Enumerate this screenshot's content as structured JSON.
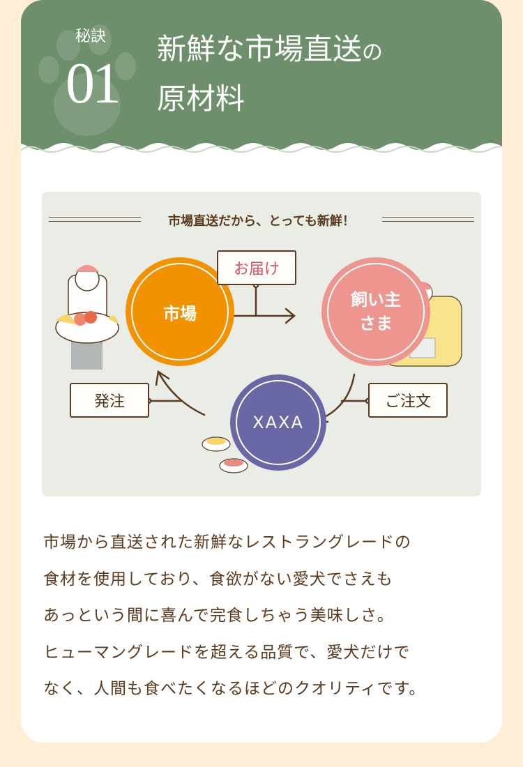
{
  "header": {
    "secret_label": "秘訣",
    "number": "01",
    "title_line1": "新鮮な市場直送",
    "title_particle": "の",
    "title_line2": "原材料"
  },
  "diagram": {
    "tagline": "市場直送だから、とっても新鮮！",
    "nodes": {
      "market": "市場",
      "owner_line1": "飼い主",
      "owner_line2": "さま",
      "brand": "XAXA"
    },
    "labels": {
      "delivery": "お届け",
      "order": "ご注文",
      "purchase": "発注"
    },
    "colors": {
      "market": "#f39200",
      "owner": "#ef958f",
      "brand": "#6a67a6",
      "delivery_text": "#d9536a"
    }
  },
  "body": {
    "lines": [
      "市場から直送された新鮮なレストラングレードの",
      "食材を使用しており、食欲がない愛犬でさえも",
      "あっという間に喜んで完食しちゃう美味しさ。",
      "ヒューマングレードを超える品質で、愛犬だけで",
      "なく、人間も食べたくなるほどのクオリティです。"
    ]
  }
}
